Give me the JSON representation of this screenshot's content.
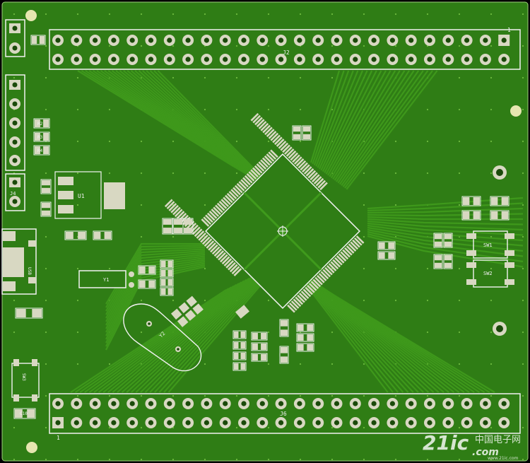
{
  "board": {
    "colors": {
      "background": "#000000",
      "copper_pour": "#2f7d15",
      "trace": "#3f9a1c",
      "pad": "#d8d8c2",
      "silkscreen": "#f2f2f2",
      "drill": "#1a4a0a"
    },
    "labels": {
      "header_top": "J2",
      "header_bottom": "J6",
      "header_top_mark": "1",
      "header_bottom_mark": "1",
      "connector_left": "J4",
      "regulator": "U1",
      "crystal_main": "Y1",
      "crystal_rtc": "Y2",
      "switch_1": "SW1",
      "switch_2": "SW2",
      "switch_3": "SW3",
      "usb": "USB",
      "r2": "R2",
      "r3": "R3",
      "r4": "R4",
      "c10": "C10"
    }
  },
  "watermark": {
    "brand": "21ic",
    "domain": ".com",
    "cn_text": "中国电子网",
    "url": "www.21ic.com"
  }
}
